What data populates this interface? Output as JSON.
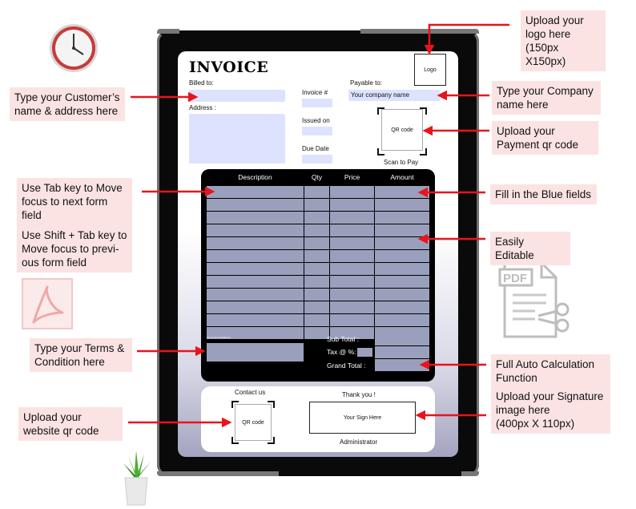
{
  "invoice": {
    "title": "INVOICE",
    "billed_to_label": "Billed to:",
    "address_label": "Address :",
    "invoice_no_label": "Invoice #",
    "issued_on_label": "Issued on",
    "due_date_label": "Due Date",
    "payable_to_label": "Payable to:",
    "company_name_value": "Your company name",
    "logo_label": "Logo",
    "qr_label": "QR code",
    "scan_label": "Scan to Pay"
  },
  "table": {
    "headers": [
      "Description",
      "Qty",
      "Price",
      "Amount"
    ],
    "row_count": 12,
    "terms_label": "Terms and Conditions:",
    "subtotal_label": "Sub Total :",
    "tax_label": "Tax @ %:",
    "grand_total_label": "Grand Total :"
  },
  "footer": {
    "contact_label": "Contact us",
    "qr_label": "QR code",
    "thanks_label": "Thank you !",
    "sign_label": "Your Sign Here",
    "admin_label": "Administrator"
  },
  "notes": {
    "logo": [
      "Upload your",
      "logo here",
      "(150px X150px)"
    ],
    "customer": [
      "Type your Customer’s",
      "name & address here"
    ],
    "company": [
      "Type your Company",
      "name here"
    ],
    "payment_qr": [
      "Upload your",
      "Payment qr code"
    ],
    "tab": [
      "Use Tab key to Move",
      "focus to next form",
      "field"
    ],
    "shift_tab": [
      "Use Shift + Tab key to",
      "Move focus to previ-",
      "ous form field"
    ],
    "blue": [
      "Fill in the Blue fields"
    ],
    "editable": [
      "Easily Editable"
    ],
    "terms": [
      "Type your Terms &",
      "Condition here"
    ],
    "auto_calc": [
      "Full Auto Calculation",
      "Function"
    ],
    "signature": [
      "Upload your Signature",
      "image here",
      "(400px X 110px)"
    ],
    "website_qr": [
      "Upload your",
      "website qr code"
    ]
  },
  "icons": {
    "clock": "clock-icon",
    "pdf_adobe": "adobe-pdf-icon",
    "pdf_doc": "pdf-document-icon",
    "plant": "potted-plant-icon"
  },
  "colors": {
    "field_blue": "#dde3ff",
    "table_cell": "#9aa0bc",
    "note_bg": "#fbe3e3",
    "arrow_red": "#e8141c"
  }
}
